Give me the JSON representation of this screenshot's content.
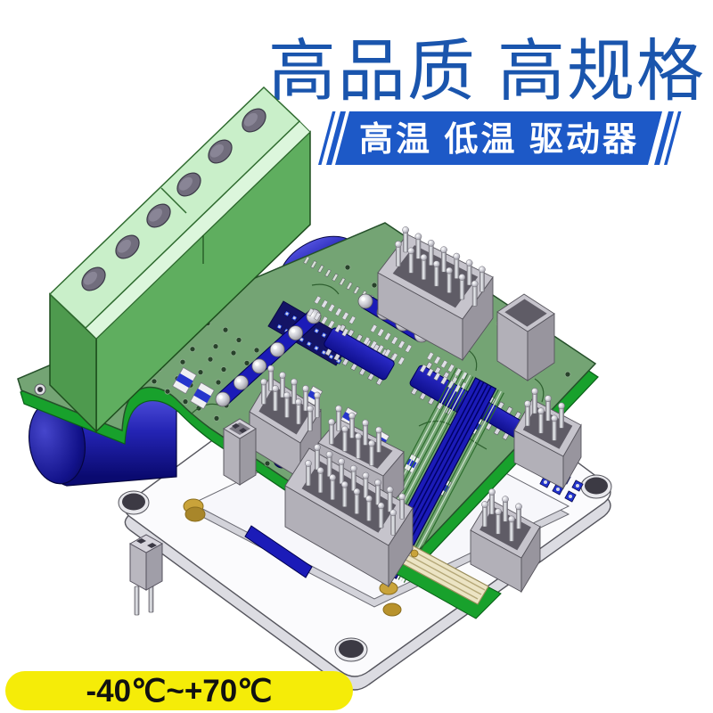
{
  "header": {
    "title": "高品质 高规格",
    "banner_label": "高温 低温 驱动器"
  },
  "badge": {
    "temperature_range": "-40℃~+70℃"
  },
  "colors": {
    "title_blue": "#1a55ad",
    "banner_blue": "#1d59c7",
    "banner_text": "#ffffff",
    "badge_yellow": "#f5ec08",
    "badge_text": "#111111",
    "pcb_green": "#74a474",
    "pcb_edge_green": "#18a12c",
    "terminal_green_light": "#c9efc9",
    "terminal_green_chamfer": "#dcf6dc",
    "terminal_green": "#5fae5f",
    "terminal_green_dark": "#4e9a4e",
    "capacitor_blue_dark": "#10107e",
    "component_blue": "#1b1bb8",
    "connector_gray": "#c6c4cc",
    "connector_cavity": "#5f5c66",
    "plate_white": "#fbfbfd",
    "plate_side": "#dcdce2",
    "ivory": "#ece4c4",
    "brass": "#c9a33a"
  },
  "scene": {
    "parts": [
      "terminal-blocks",
      "electrolytic-capacitor",
      "pcb",
      "pin-headers",
      "mounting-plate",
      "jumper-component"
    ]
  }
}
